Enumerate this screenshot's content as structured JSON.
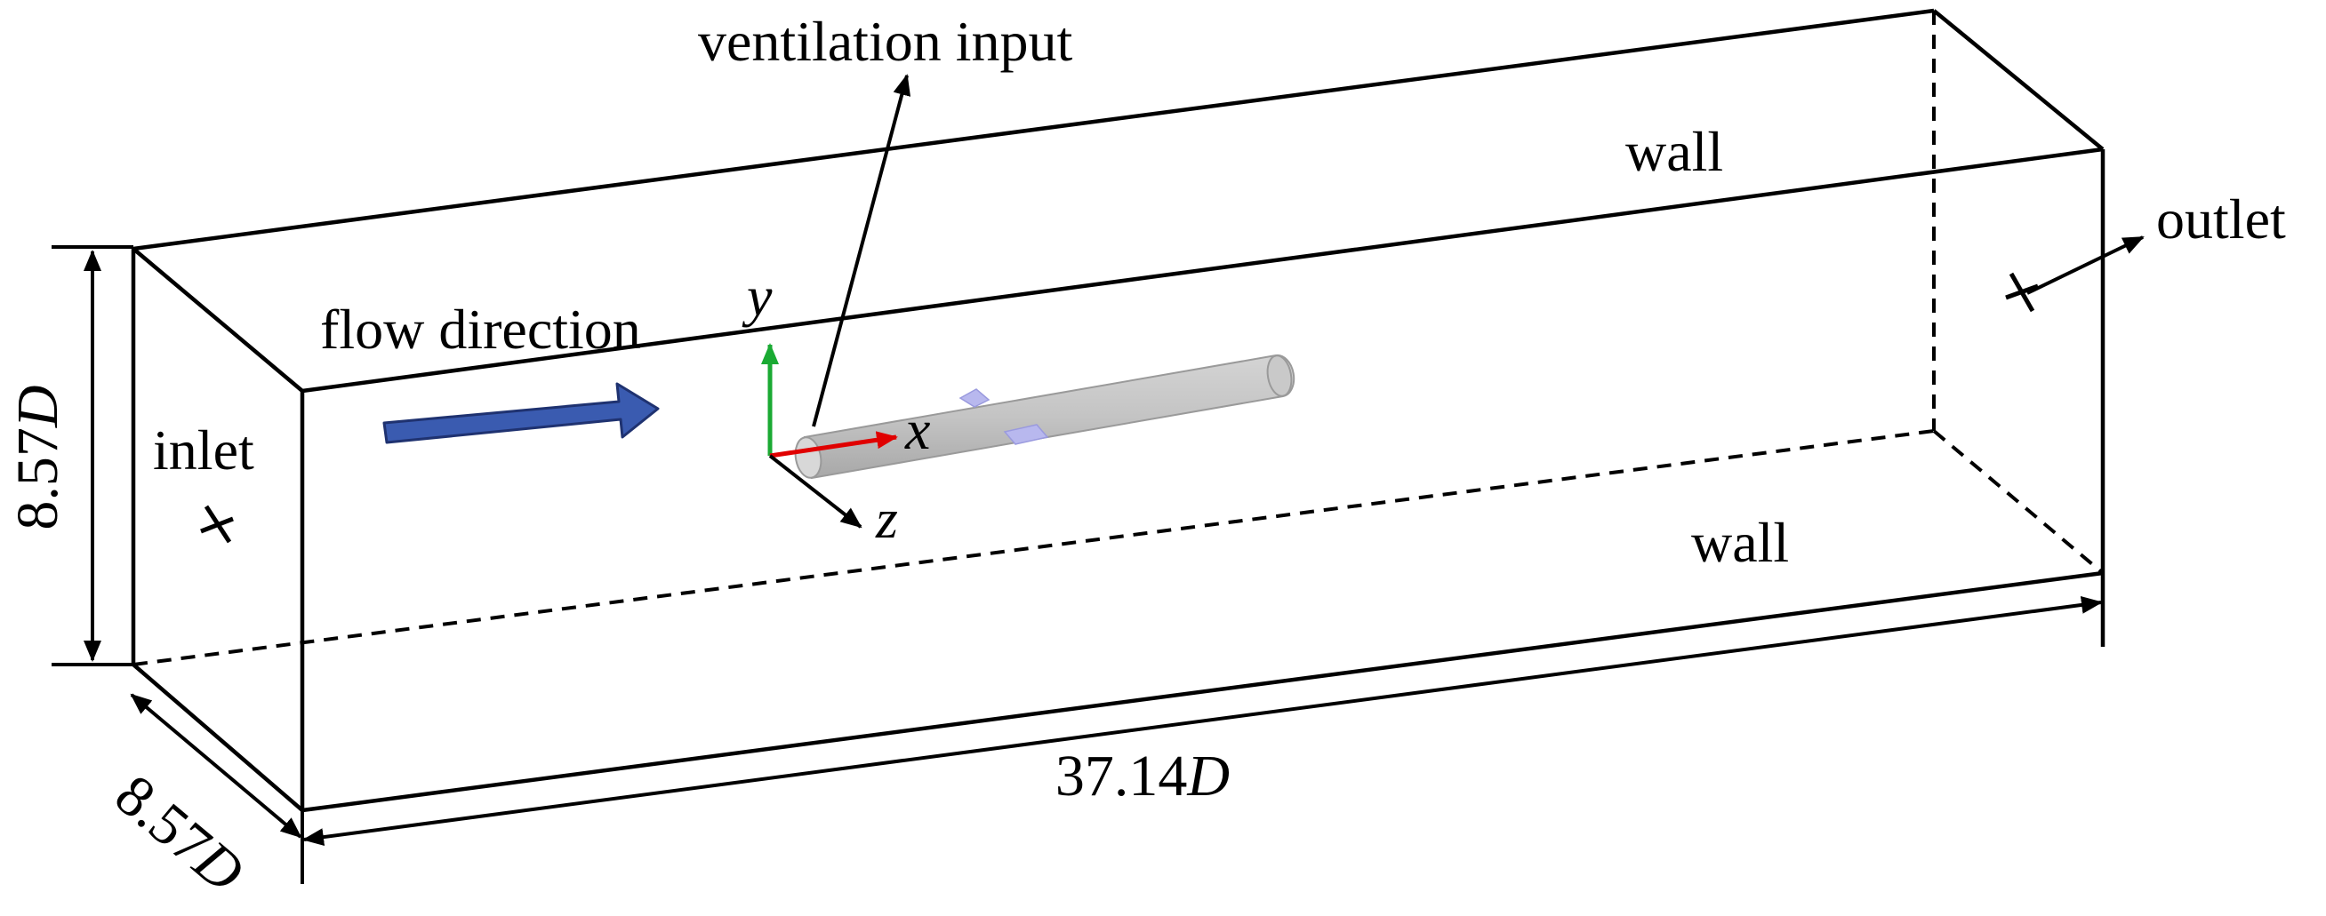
{
  "labels": {
    "ventilation_input": "ventilation input",
    "wall_top": "wall",
    "wall_bottom": "wall",
    "outlet": "outlet",
    "inlet": "inlet",
    "flow_direction": "flow direction"
  },
  "axes": {
    "x": "x",
    "y": "y",
    "z": "z"
  },
  "dimensions": {
    "height": {
      "value": "8.57",
      "unit": "D"
    },
    "depth": {
      "value": "8.57",
      "unit": "D"
    },
    "length": {
      "value": "37.14",
      "unit": "D"
    }
  },
  "colors": {
    "flow_arrow": "#3a5bb0",
    "x_axis": "#e00000",
    "y_axis": "#1aaa33",
    "z_axis": "#000000",
    "cylinder": "#bfbfbf",
    "vent": "#b8b8ee"
  }
}
